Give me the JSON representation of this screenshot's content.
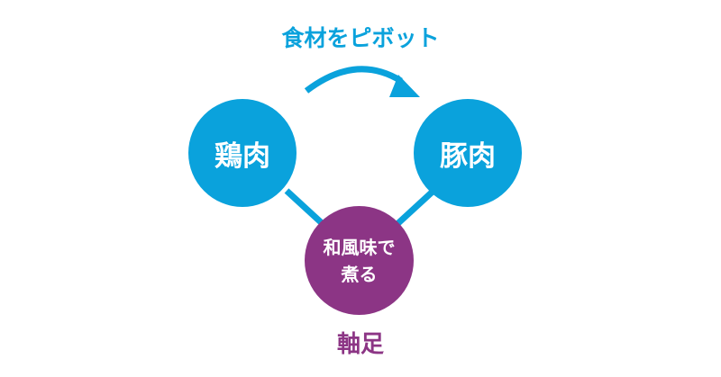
{
  "diagram": {
    "pivot_caption": "食材をピボット",
    "axis_caption": "軸足",
    "left_node": "鶏肉",
    "right_node": "豚肉",
    "bottom_node_line1": "和風味で",
    "bottom_node_line2": "煮る"
  },
  "colors": {
    "blue": "#0aa2dc",
    "purple": "#8c3585",
    "background": "#ffffff"
  }
}
